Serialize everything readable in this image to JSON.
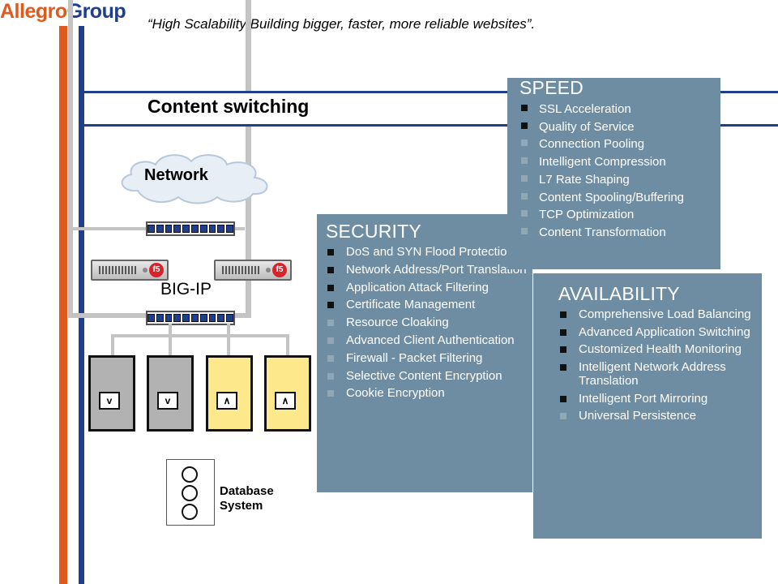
{
  "logo": {
    "part1": "Allegro",
    "part2": "Group"
  },
  "tagline": "“High Scalability Building bigger, faster, more reliable websites”.",
  "title": "Content switching",
  "diagram": {
    "cloud_label": "Network",
    "bigip_label": "BIG-IP",
    "f5_badge": "f5",
    "database_label": "Database\nSystem"
  },
  "panels": {
    "speed": {
      "title": "SPEED",
      "items": [
        {
          "text": "SSL Acceleration",
          "bullet": "dark"
        },
        {
          "text": "Quality of Service",
          "bullet": "dark"
        },
        {
          "text": "Connection Pooling",
          "bullet": "light"
        },
        {
          "text": "Intelligent Compression",
          "bullet": "light"
        },
        {
          "text": "L7 Rate Shaping",
          "bullet": "light"
        },
        {
          "text": "Content Spooling/Buffering",
          "bullet": "light"
        },
        {
          "text": "TCP Optimization",
          "bullet": "light"
        },
        {
          "text": "Content Transformation",
          "bullet": "light"
        }
      ]
    },
    "security": {
      "title": "SECURITY",
      "items": [
        {
          "text": "DoS and SYN Flood Protection",
          "bullet": "dark"
        },
        {
          "text": "Network Address/Port Translation",
          "bullet": "dark"
        },
        {
          "text": "Application Attack Filtering",
          "bullet": "dark"
        },
        {
          "text": "Certificate Management",
          "bullet": "dark"
        },
        {
          "text": "Resource Cloaking",
          "bullet": "light"
        },
        {
          "text": "Advanced Client Authentication",
          "bullet": "light"
        },
        {
          "text": "Firewall - Packet Filtering",
          "bullet": "light"
        },
        {
          "text": "Selective Content Encryption",
          "bullet": "light"
        },
        {
          "text": "Cookie Encryption",
          "bullet": "light"
        }
      ]
    },
    "availability": {
      "title": "AVAILABILITY",
      "items": [
        {
          "text": "Comprehensive Load Balancing",
          "bullet": "dark"
        },
        {
          "text": "Advanced Application Switching",
          "bullet": "dark"
        },
        {
          "text": "Customized Health Monitoring",
          "bullet": "dark"
        },
        {
          "text": "Intelligent Network Address Translation",
          "bullet": "dark"
        },
        {
          "text": "Intelligent Port Mirroring",
          "bullet": "dark"
        },
        {
          "text": "Universal Persistence",
          "bullet": "light"
        }
      ]
    }
  },
  "colors": {
    "accent_orange": "#e05a1e",
    "accent_blue": "#1f3e8c",
    "panel": "#6f8da2"
  }
}
